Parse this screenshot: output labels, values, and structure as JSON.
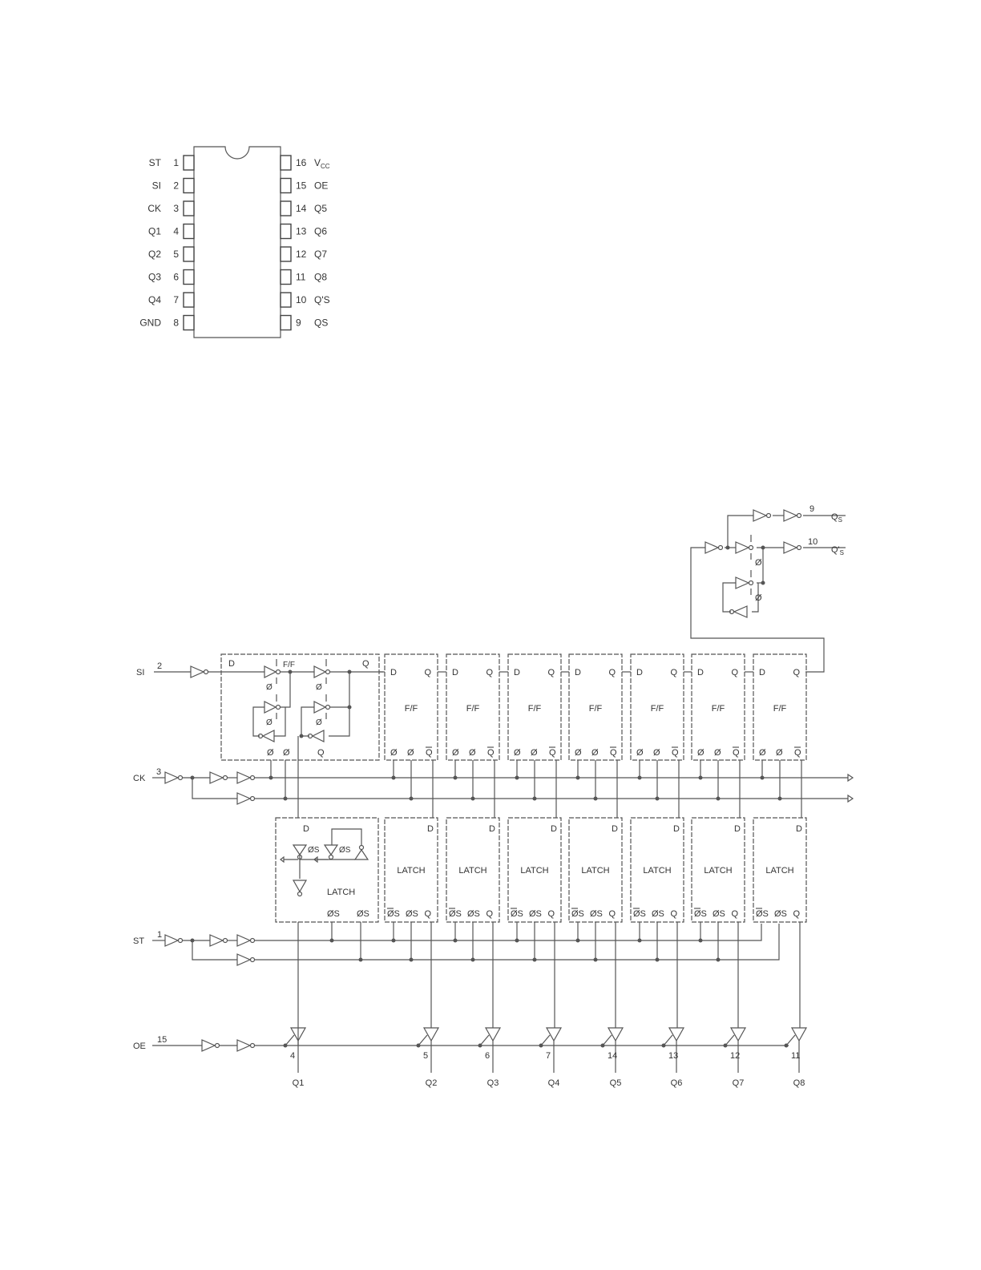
{
  "pinout": {
    "left_pins": [
      {
        "name": "ST",
        "num": "1"
      },
      {
        "name": "SI",
        "num": "2"
      },
      {
        "name": "CK",
        "num": "3"
      },
      {
        "name": "Q1",
        "num": "4"
      },
      {
        "name": "Q2",
        "num": "5"
      },
      {
        "name": "Q3",
        "num": "6"
      },
      {
        "name": "Q4",
        "num": "7"
      },
      {
        "name": "GND",
        "num": "8"
      }
    ],
    "right_pins": [
      {
        "num": "16",
        "name": "V",
        "sub": "CC"
      },
      {
        "num": "15",
        "name": "OE"
      },
      {
        "num": "14",
        "name": "Q5"
      },
      {
        "num": "13",
        "name": "Q6"
      },
      {
        "num": "12",
        "name": "Q7"
      },
      {
        "num": "11",
        "name": "Q8"
      },
      {
        "num": "10",
        "name": "Q'S"
      },
      {
        "num": "9",
        "name": "QS"
      }
    ]
  },
  "logic": {
    "inputs": {
      "si": {
        "name": "SI",
        "pin": "2"
      },
      "ck": {
        "name": "CK",
        "pin": "3"
      },
      "st": {
        "name": "ST",
        "pin": "1"
      },
      "oe": {
        "name": "OE",
        "pin": "15"
      }
    },
    "serial_out": {
      "qs": {
        "name": "Q",
        "sub": "S",
        "pin": "9"
      },
      "qs_prime": {
        "name": "Q'",
        "sub": "S",
        "pin": "10"
      }
    },
    "labels": {
      "ff": "F/F",
      "latch": "LATCH",
      "d": "D",
      "q": "Q",
      "phi": "Ø",
      "phis": "ØS"
    },
    "outputs": [
      {
        "name": "Q1",
        "pin": "4"
      },
      {
        "name": "Q2",
        "pin": "5"
      },
      {
        "name": "Q3",
        "pin": "6"
      },
      {
        "name": "Q4",
        "pin": "7"
      },
      {
        "name": "Q5",
        "pin": "14"
      },
      {
        "name": "Q6",
        "pin": "13"
      },
      {
        "name": "Q7",
        "pin": "12"
      },
      {
        "name": "Q8",
        "pin": "11"
      }
    ]
  }
}
